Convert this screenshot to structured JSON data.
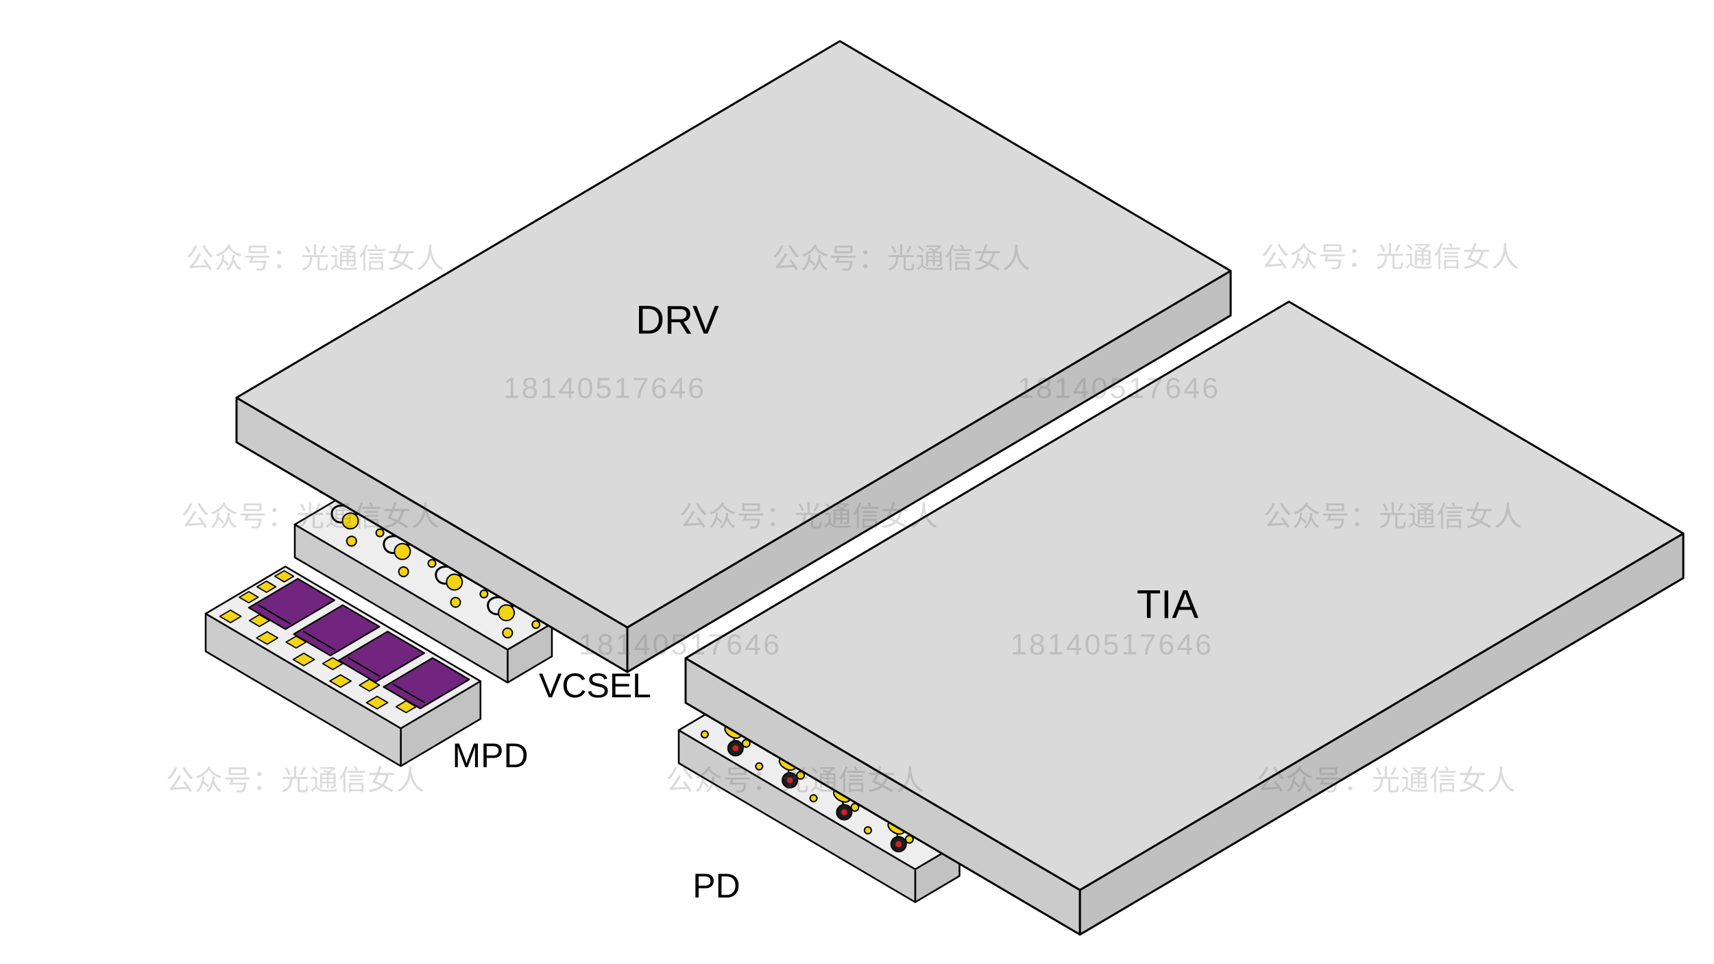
{
  "labels": {
    "drv": "DRV",
    "tia": "TIA",
    "vcsel": "VCSEL",
    "mpd": "MPD",
    "pd": "PD"
  },
  "watermarks": {
    "account": "公众号：光通信女人",
    "phone": "18140517646"
  },
  "colors": {
    "background": "#ffffff",
    "outline": "#000000",
    "label_color": "#000000",
    "slab_top": "#dadada",
    "slab_side_left": "#cbcbcb",
    "slab_side_right": "#c0c0c0",
    "chip_top": "#eeeeee",
    "chip_front": "#cccccc",
    "chip_end": "#c2c2c2",
    "pad_yellow": "#f2d414",
    "die_purple": "#71257e",
    "pd_dark": "#1d1d1b",
    "pd_red": "#cf2127",
    "watermark": "rgba(90,90,90,0.22)"
  }
}
